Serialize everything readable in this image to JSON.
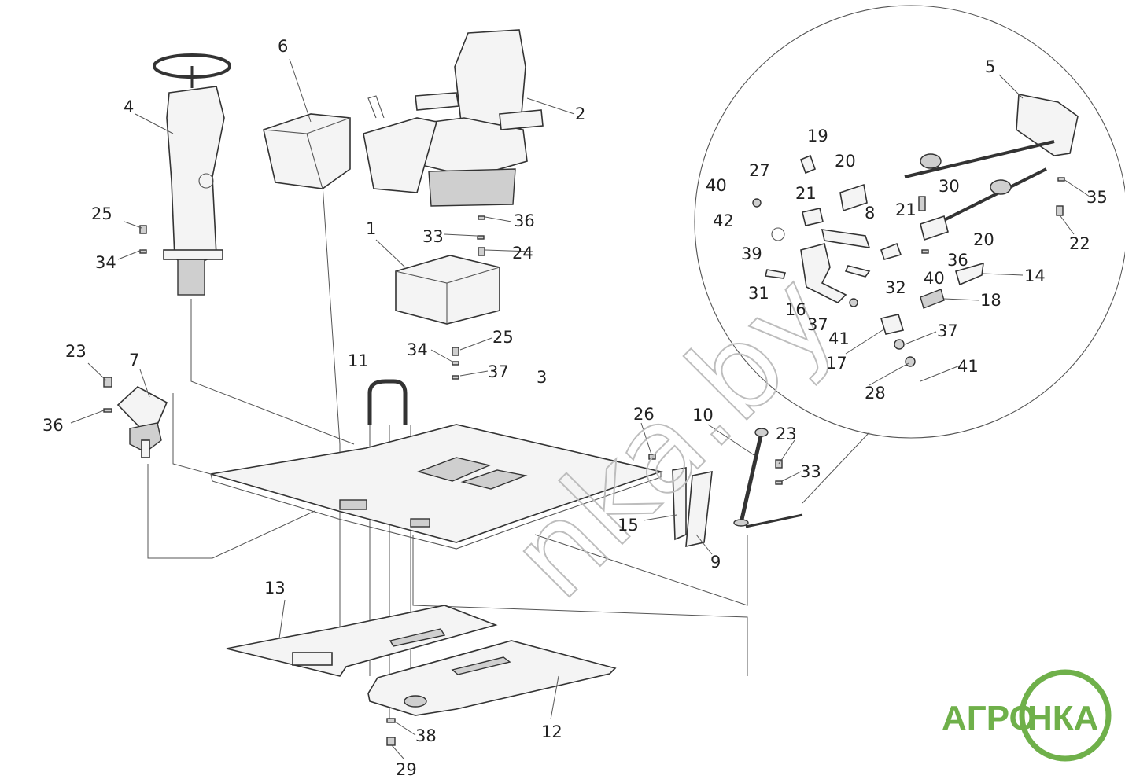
{
  "diagram": {
    "labels": [
      "1",
      "2",
      "3",
      "4",
      "5",
      "6",
      "7",
      "8",
      "9",
      "10",
      "11",
      "12",
      "13",
      "14",
      "15",
      "16",
      "17",
      "18",
      "19",
      "20",
      "20",
      "21",
      "21",
      "22",
      "23",
      "23",
      "24",
      "25",
      "25",
      "26",
      "27",
      "28",
      "29",
      "30",
      "31",
      "32",
      "33",
      "33",
      "34",
      "34",
      "35",
      "36",
      "36",
      "36",
      "37",
      "37",
      "37",
      "38",
      "39",
      "40",
      "40",
      "41",
      "41",
      "42"
    ]
  },
  "watermark": "nka.by",
  "logo": {
    "text_left": "АГРО",
    "text_right": "НКА",
    "color": "#6fb04a"
  }
}
